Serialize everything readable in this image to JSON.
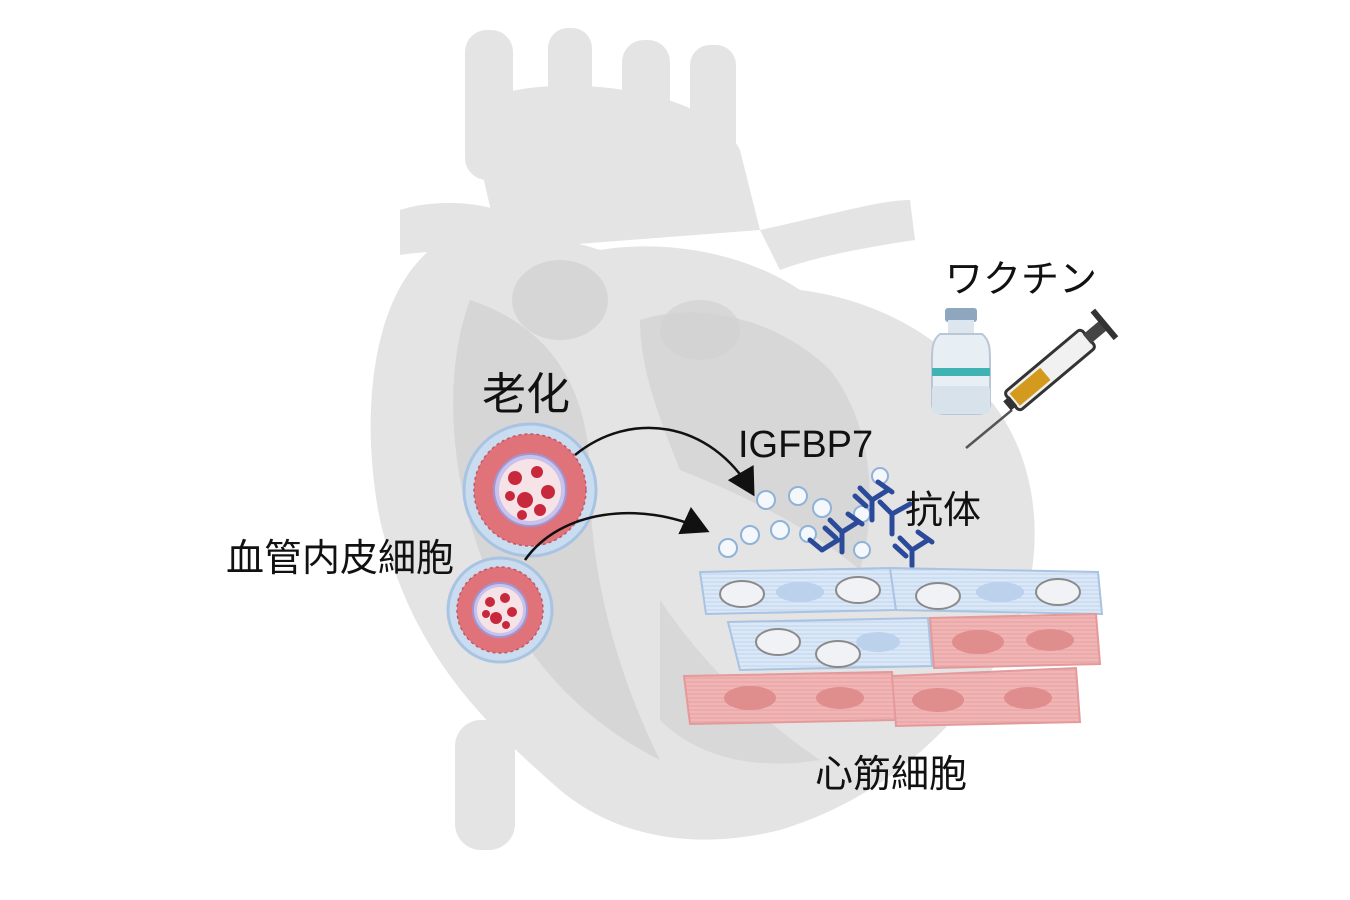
{
  "labels": {
    "aging": "老化",
    "endothelial_cells": "血管内皮細胞",
    "igfbp7": "IGFBP7",
    "antibody": "抗体",
    "vaccine": "ワクチン",
    "cardiomyocytes": "心筋細胞"
  },
  "colors": {
    "heart_silhouette": "#e4e4e4",
    "heart_shade": "#d2d2d2",
    "vessel_wall": "#e0727a",
    "vessel_outer": "#c9dcf0",
    "red_blood_cell": "#c8283c",
    "cardiomyocyte_healthy": "#f2b5b5",
    "cardiomyocyte_aged": "#dbe8f7",
    "antibody": "#2b4b9a",
    "syringe_fluid": "#d49a1e",
    "vial_band": "#3fb3b3"
  },
  "icons": [
    "heart-silhouette",
    "blood-vessel-cross-section",
    "antibody-icon",
    "vaccine-vial-icon",
    "syringe-icon",
    "mitochondria-icon"
  ]
}
